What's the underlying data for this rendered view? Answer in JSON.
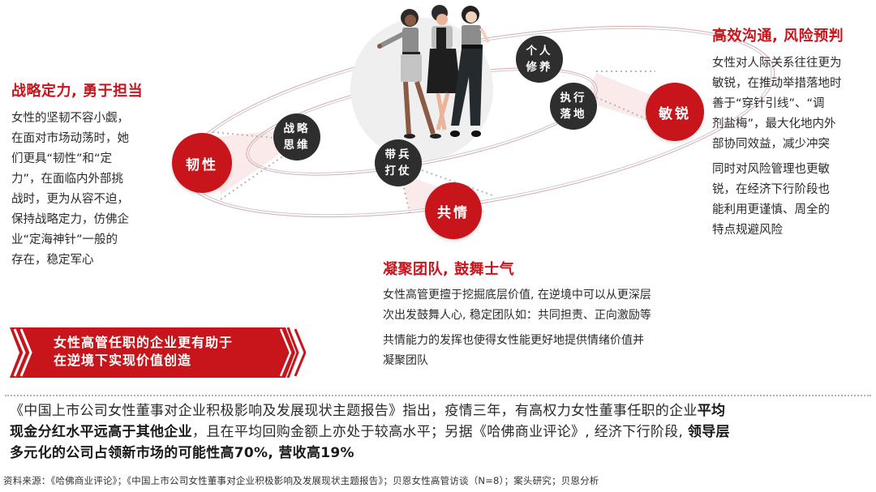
{
  "colors": {
    "accent_red": "#c8141b",
    "dark_node": "#2e2e2e",
    "text": "#2b2b2b",
    "orbit_line": "#d9a9ac",
    "highlight_fill": "#fbeaea"
  },
  "left_panel": {
    "heading": "战略定力, 勇于担当",
    "lines": [
      "女性的坚韧不容小觑，",
      "在面对市场动荡时，她",
      "们更具“韧性”和“定",
      "力”，在面临内外部挑",
      "战时，更为从容不迫，",
      "保持战略定力，仿佛企",
      "业“定海神针”一般的",
      "存在，稳定军心"
    ]
  },
  "right_panel": {
    "heading": "高效沟通, 风险预判",
    "para1_lines": [
      "女性对人际关系往往更为",
      "敏锐，在推动举措落地时",
      "善于“穿针引线”、“调",
      "剂盐梅”，最大化地内外",
      "部协同效益，减少冲突"
    ],
    "para2_lines": [
      "同时对风险管理也更敏",
      "锐，在经济下行阶段也",
      "能利用更谨慎、周全的",
      "特点规避风险"
    ]
  },
  "center_panel": {
    "heading": "凝聚团队, 鼓舞士气",
    "para1_lines": [
      "女性高管更擅于挖掘底层价值, 在逆境中可以从更深层",
      "次出发鼓舞人心, 稳定团队如：共同担责、正向激励等"
    ],
    "para2_lines": [
      "共情能力的发挥也使得女性能更好地提供情绪价值并",
      "凝聚团队"
    ]
  },
  "diagram": {
    "illustration": "three-women-illustration",
    "red_nodes": [
      {
        "label": "韧性"
      },
      {
        "label": "共情"
      },
      {
        "label": "敏锐"
      }
    ],
    "dark_nodes": [
      {
        "line1": "战略",
        "line2": "思维"
      },
      {
        "line1": "带兵",
        "line2": "打仗"
      },
      {
        "line1": "个人",
        "line2": "修养"
      },
      {
        "line1": "执行",
        "line2": "落地"
      }
    ]
  },
  "banner": {
    "line1": "女性高管任职的企业更有助于",
    "line2": "在逆境下实现价值创造"
  },
  "summary": {
    "line1_regular": "《中国上市公司女性董事对企业积极影响及发展现状主题报告》指出，疫情三年，有高权力女性董事任职的企业",
    "line1_bold": "平均",
    "line2_bold": "现金分红水平远高于其他企业",
    "line2_regular": "，且在平均回购金额上亦处于较高水平；另据《哈佛商业评论》, 经济下行阶段, ",
    "line2_bold_end": "领导层",
    "line3_bold": "多元化的公司占领新市场的可能性高70%, 营收高19%"
  },
  "source": "资料来源：《哈佛商业评论》；《中国上市公司女性董事对企业积极影响及发展现状主题报告》；贝恩女性高管访谈（N=8）；案头研究；贝恩分析"
}
